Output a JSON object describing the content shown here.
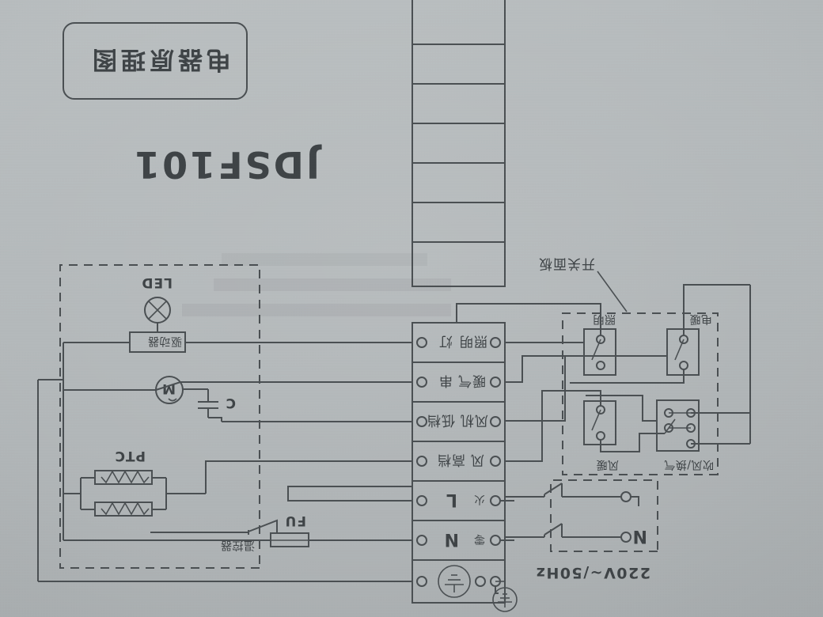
{
  "document": {
    "kind": "photographed-paper-schematic",
    "orientation_note": "printed sheet appears rotated 180 degrees in the photo",
    "model_number": "JDSF101",
    "title_block_label": "电器原理图"
  },
  "supply": {
    "rating": "220V~/50Hz",
    "neutral_label": "N",
    "live_label": "L",
    "earth_symbol": "earth-ground"
  },
  "terminal_block": {
    "rows": [
      {
        "id": "earth",
        "left_label": "",
        "center_label": "",
        "icon": "earth-ground-icon"
      },
      {
        "id": "neutral",
        "left_label": "零",
        "center_label": "N"
      },
      {
        "id": "live",
        "left_label": "火",
        "center_label": "L"
      },
      {
        "id": "fan_high",
        "left_label": "高档",
        "center_label": "风"
      },
      {
        "id": "fan_low",
        "left_label": "低档",
        "center_label": "风机"
      },
      {
        "id": "heater",
        "left_label": "暖气",
        "center_label": "串"
      },
      {
        "id": "lamp",
        "left_label": "照明",
        "center_label": "灯"
      }
    ]
  },
  "switch_panel": {
    "enclosure_label": "开关面板",
    "switches": [
      {
        "id": "vent",
        "label": "吹风/换气",
        "type": "rotary-3-position"
      },
      {
        "id": "fan_warm",
        "label": "风暖",
        "type": "toggle"
      },
      {
        "id": "electric_heat",
        "label": "电暖",
        "type": "toggle"
      },
      {
        "id": "lighting",
        "label": "照明",
        "type": "toggle"
      }
    ]
  },
  "load_side": {
    "fuse": {
      "label": "FU",
      "name": "fuse"
    },
    "thermostat": {
      "label": "温控器",
      "name": "thermal-protector"
    },
    "ptc": {
      "label": "PTC",
      "elements": 2,
      "name": "ptc-heating-element"
    },
    "capacitor": {
      "label": "C",
      "name": "run-capacitor"
    },
    "motor": {
      "label": "M",
      "name": "ac-motor"
    },
    "led_driver": {
      "label": "驱动器",
      "name": "led-driver"
    },
    "led": {
      "label": "LED",
      "name": "led-lamp"
    }
  },
  "colors": {
    "paper": "#b3b8ba",
    "ink": "#4a4f52",
    "ink_text": "#3e4346"
  }
}
